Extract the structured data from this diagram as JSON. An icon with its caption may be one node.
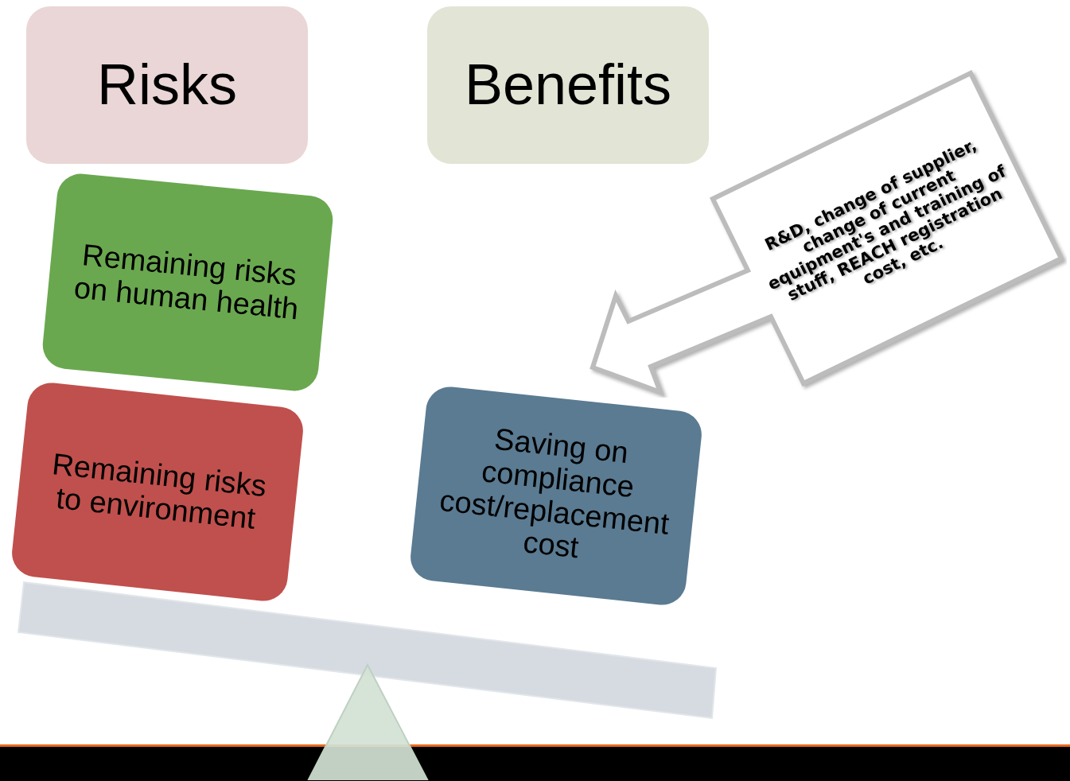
{
  "diagram": {
    "nodes": [
      {
        "text": [
          "Risks"
        ]
      },
      {
        "text": [
          "Benefits"
        ]
      },
      {
        "text": [
          "Remaining risks on human health"
        ]
      },
      {
        "text": [
          "Remaining risks to environment"
        ]
      },
      {
        "text": [
          "Saving on compliance cost/replacement cost"
        ]
      },
      {
        "text": [
          "R&D, change of supplier, change of current equipment's and training of stuff, REACH registration cost, etc."
        ]
      }
    ]
  }
}
